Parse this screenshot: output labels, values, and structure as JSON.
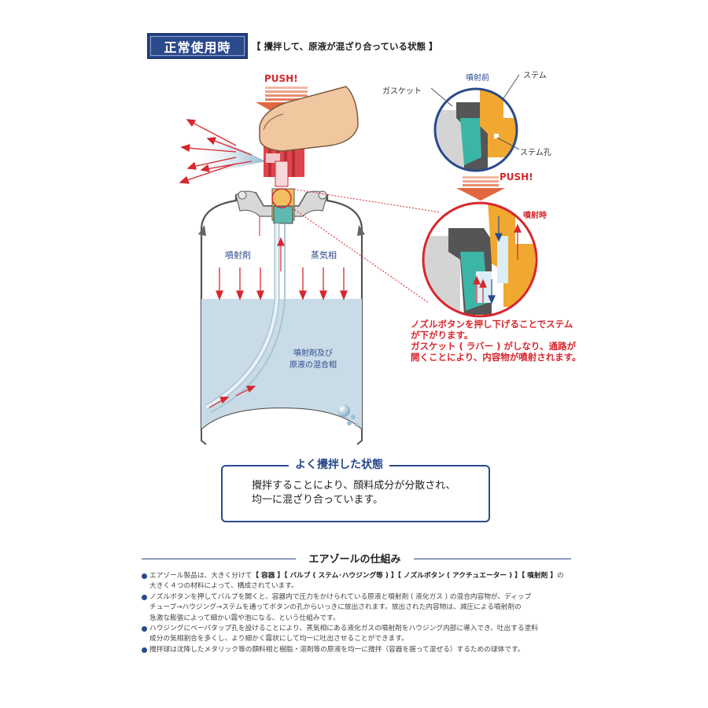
{
  "header": {
    "mode_label": "正常使用時",
    "mode_caption": "【 攪拌して、原液が混ざり合っている状態 】"
  },
  "diagram": {
    "push_label": "PUSH!",
    "push_label_2": "PUSH!",
    "before_spray": "噴射前",
    "stem": "ステム",
    "gasket": "ガスケット",
    "stem_hole": "ステム孔",
    "during_spray": "噴射時",
    "propellant": "噴射剤",
    "vapor_phase": "蒸気相",
    "mixed_phase_line1": "噴射剤及び",
    "mixed_phase_line2": "原液の混合相"
  },
  "explanation": {
    "line1": "ノズルボタンを押し下げることでステム",
    "line2": "が下がります。",
    "line3": "ガスケット ( ラバー ) がしなり、通路が",
    "line4": "開くことにより、内容物が噴射されます。"
  },
  "state_box": {
    "title": "よく攪拌した状態",
    "line1": "攪拌することにより、顔料成分が分散され、",
    "line2": "均一に混ざり合っています。"
  },
  "section": {
    "title": "エアゾールの仕組み",
    "p1_a": "エアゾール製品は、大きく分けて",
    "p1_b": "【 容器 】【 バルブ ( ステム･ハウジング等 ) 】【 ノズルボタン ( アクチュエーター ) 】【 噴射剤 】",
    "p1_c": "の",
    "p1_line2": "大きく４つの材料によって、構成されています。",
    "p2_line1": "ノズルボタンを押してバルブを開くと、容器内で圧力をかけられている原液と噴射剤 ( 液化ガス ) の混合内容物が、ディップ",
    "p2_line2": "チューブ→ハウジング→ステムを通ってボタンの孔からいっきに放出されます。放出された内容物は、減圧による噴射剤の",
    "p2_line3": "急激な膨張によって細かい霧や泡になる、という仕組みです。",
    "p3_line1": "ハウジングにベーパタップ孔を設けることにより、蒸気相にある液化ガスの噴射剤をハウジング内部に導入でき、吐出する塗料",
    "p3_line2": "成分の気相割合を多くし、より細かく霧状にして均一に吐出させることができます。",
    "p4_line1": "攪拌球は沈降したメタリック等の顔料相と樹脂・溶剤等の原液を均一に攪拌（容器を振って混ぜる）するための球体です。"
  },
  "colors": {
    "navy": "#2b4a8c",
    "red": "#d7272e",
    "liquid": "#c9dbe6",
    "stem_orange": "#f0a830",
    "gasket_teal": "#3bb5a6"
  }
}
